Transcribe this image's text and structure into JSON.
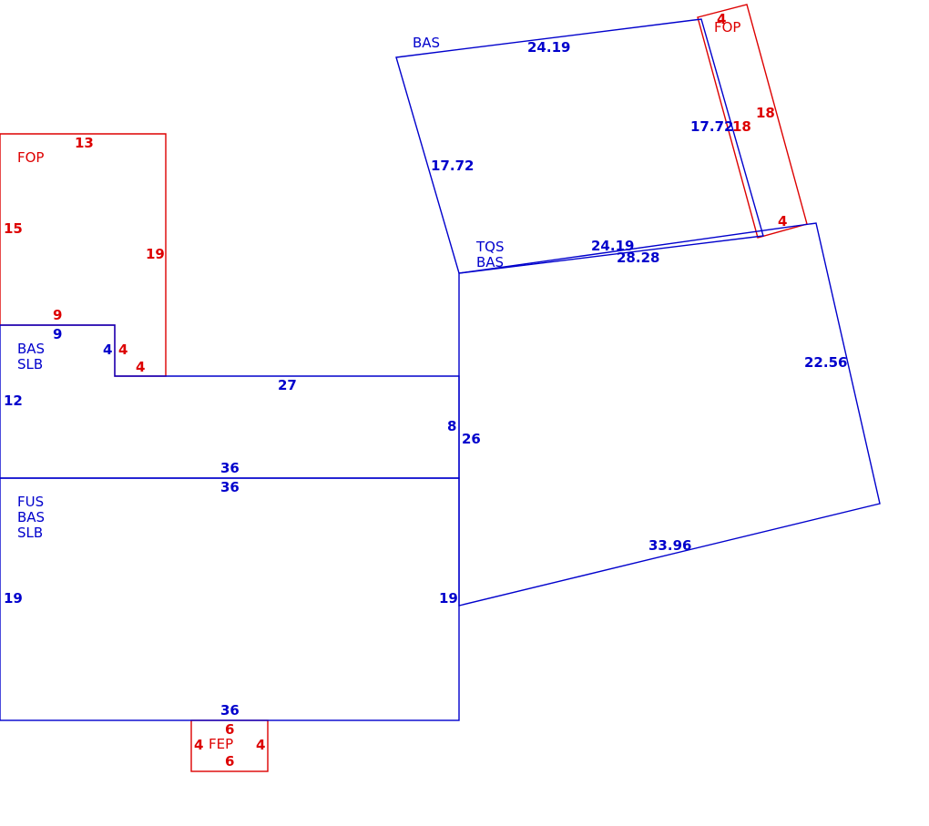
{
  "colors": {
    "main": "#0000cc",
    "accent": "#dd0000",
    "background": "#ffffff"
  },
  "areas": {
    "fop_left": "FOP",
    "bas_upper": "BAS",
    "slb_upper": "SLB",
    "fus": "FUS",
    "bas_lower": "BAS",
    "slb_lower": "SLB",
    "bas_top": "BAS",
    "tqs": "TQS",
    "bas_right": "BAS",
    "fop_right": "FOP",
    "fep": "FEP"
  },
  "dimensions": {
    "fop_left_top": "13",
    "fop_left_left": "15",
    "fop_left_right": "19",
    "fop_left_bottom": "9",
    "fop_left_notch_side": "4",
    "fop_left_notch_bottom": "4",
    "bas_upper_top": "9",
    "bas_upper_notch": "4",
    "bas_upper_left": "12",
    "bas_upper_step": "27",
    "bas_upper_right": "8",
    "bas_upper_bottom": "36",
    "bas_lower_top": "36",
    "bas_lower_left": "19",
    "bas_lower_right": "19",
    "bas_lower_bottom": "36",
    "fep_top": "6",
    "fep_bottom": "6",
    "fep_left": "4",
    "fep_right": "4",
    "bas_top_top": "24.19",
    "bas_top_left": "17.72",
    "bas_top_right": "17.72",
    "bas_top_bottom": "24.19",
    "fop_right_top": "4",
    "fop_right_outer": "18",
    "fop_right_inner": "18",
    "fop_right_bottom": "4",
    "bas_right_top": "28.28",
    "bas_right_left": "26",
    "bas_right_right": "22.56",
    "bas_right_bottom": "33.96"
  }
}
